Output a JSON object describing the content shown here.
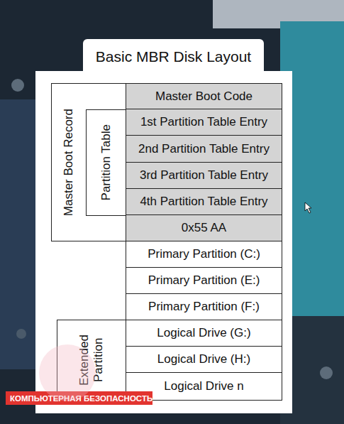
{
  "diagram": {
    "title": "Basic MBR Disk Layout",
    "nodes": [
      {
        "text": [
          "Master Boot Record"
        ]
      },
      {
        "text": [
          "Partition Table"
        ],
        "in": 0
      },
      {
        "text": [
          "Master Boot Code"
        ]
      },
      {
        "text": [
          "1st Partition Table Entry"
        ]
      },
      {
        "text": [
          "2nd Partition Table Entry"
        ]
      },
      {
        "text": [
          "3rd Partition Table Entry"
        ]
      },
      {
        "text": [
          "4th Partition Table Entry"
        ]
      },
      {
        "text": [
          "0x55 AA"
        ]
      },
      {
        "text": [
          "Primary Partition (C:)"
        ]
      },
      {
        "text": [
          "Primary Partition (E:)"
        ]
      },
      {
        "text": [
          "Primary Partition (F:)"
        ]
      },
      {
        "text": [
          "Extended Partition"
        ]
      },
      {
        "text": [
          "Logical Drive (G:)"
        ]
      },
      {
        "text": [
          "Logical Drive (H:)"
        ]
      },
      {
        "text": [
          "Logical Drive n"
        ]
      }
    ],
    "labels": [
      "КОМПЬЮТЕРНАЯ БЕЗОПАСНОСТЬ"
    ]
  }
}
